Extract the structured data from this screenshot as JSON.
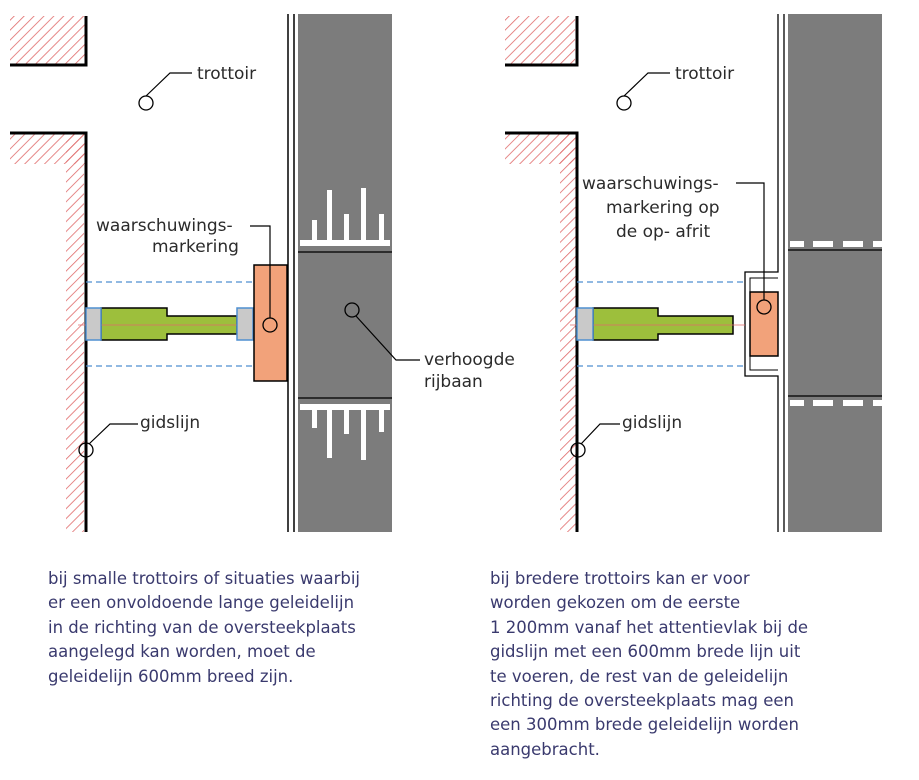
{
  "colors": {
    "road": "#7c7c7c",
    "guide_line": "#9dbf3c",
    "warning_marking": "#f2a27a",
    "hatch": "#e06a6a",
    "boundary": "#4f8fd0",
    "lane_marking": "#ffffff",
    "text": "#2b2b2b",
    "note_text": "#3a3a6e"
  },
  "left_panel": {
    "labels": {
      "sidewalk": "trottoir",
      "warning_marking": [
        "waarschuwings-",
        "markering"
      ],
      "raised_road": [
        "verhoogde",
        "rijbaan"
      ],
      "guideline": "gidslijn"
    },
    "note": [
      "bij smalle trottoirs of situaties waarbij",
      "er een onvoldoende lange geleidelijn",
      "in de richting van de oversteekplaats",
      "aangelegd kan worden, moet de",
      "geleidelijn 600mm breed zijn."
    ]
  },
  "right_panel": {
    "labels": {
      "sidewalk": "trottoir",
      "warning_marking": [
        "waarschuwings-",
        "markering op",
        "de op- afrit"
      ],
      "guideline": "gidslijn"
    },
    "note": [
      "bij bredere trottoirs kan er voor",
      "worden gekozen om de eerste",
      "1 200mm vanaf het attentievlak bij de",
      "gidslijn met een 600mm brede lijn uit",
      "te voeren,  de rest van de geleidelijn",
      "richting de oversteekplaats mag een",
      "een 300mm brede geleidelijn worden",
      "aangebracht."
    ]
  }
}
